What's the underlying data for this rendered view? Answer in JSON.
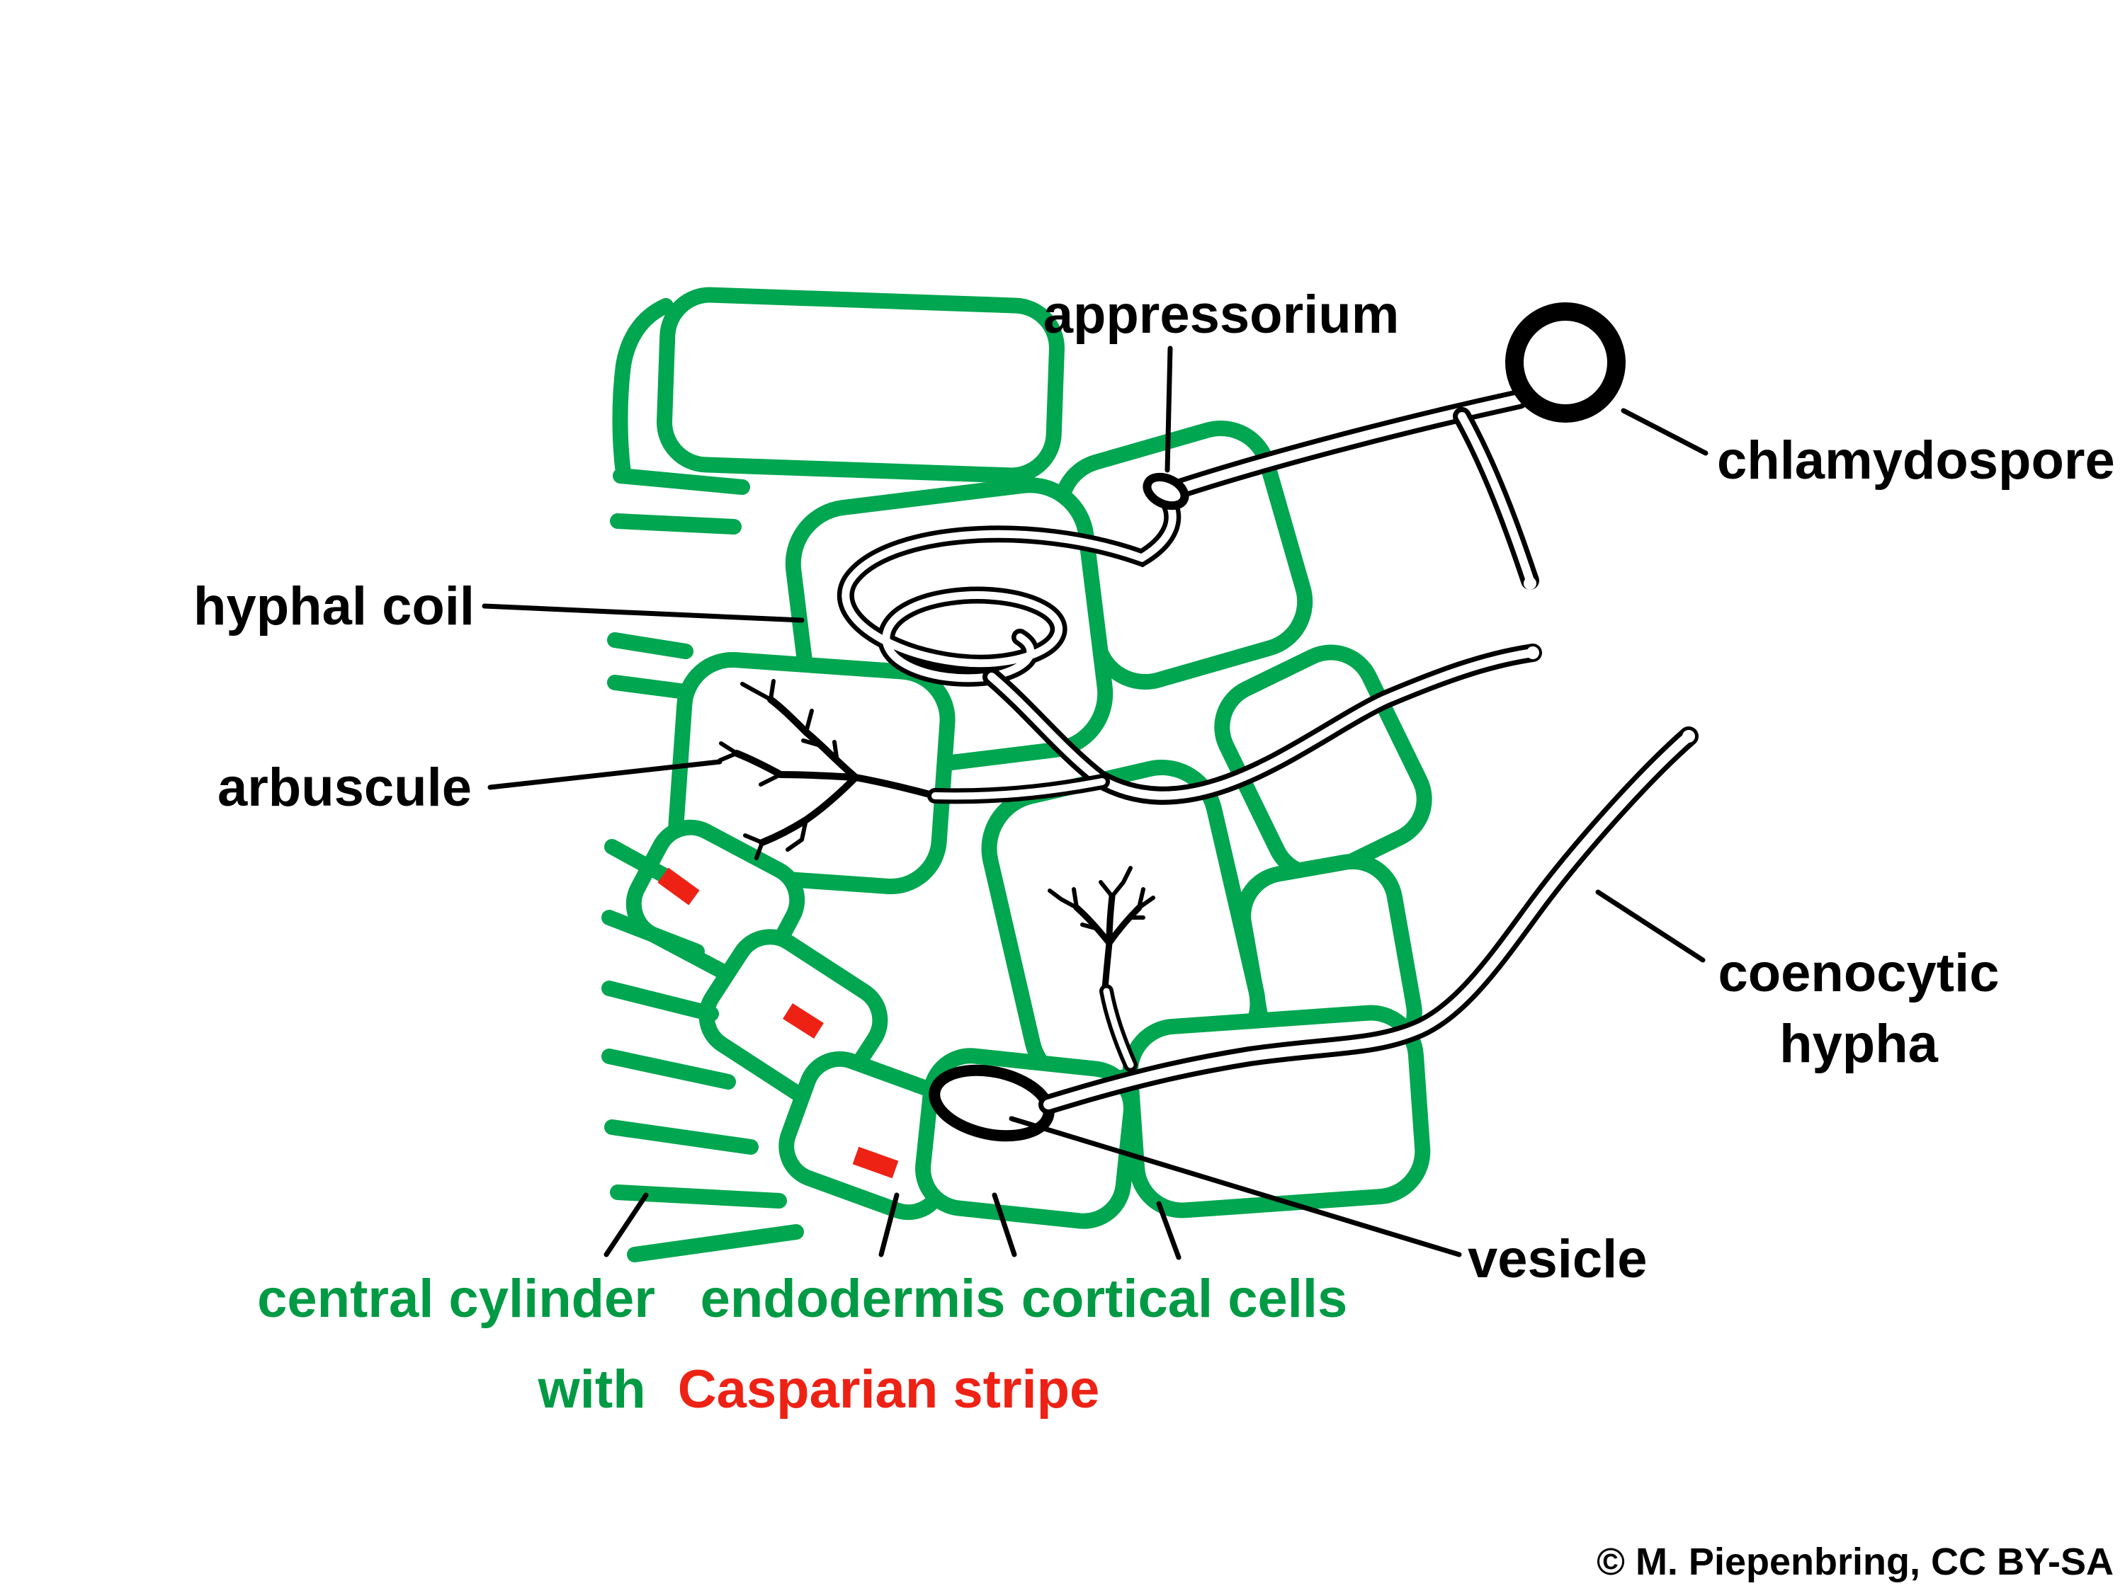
{
  "diagram": {
    "labels": {
      "appressorium": "appressorium",
      "chlamydospore": "chlamydospore",
      "hyphal_coil": "hyphal coil",
      "arbuscule": "arbuscule",
      "coenocytic_hypha_line1": "coenocytic",
      "coenocytic_hypha_line2": "hypha",
      "vesicle": "vesicle",
      "central_cylinder": "central cylinder",
      "endodermis": "endodermis",
      "cortical_cells": "cortical cells",
      "casparian_prefix": "with",
      "casparian_stripe": "Casparian stripe"
    },
    "attribution": "© M. Piepenbring, CC BY-SA",
    "colors": {
      "cell_wall_green": "#00A650",
      "green_label": "#009A44",
      "casparian_red": "#ED2215",
      "fungal_outline_black": "#000000",
      "background_white": "#FFFFFF"
    }
  }
}
